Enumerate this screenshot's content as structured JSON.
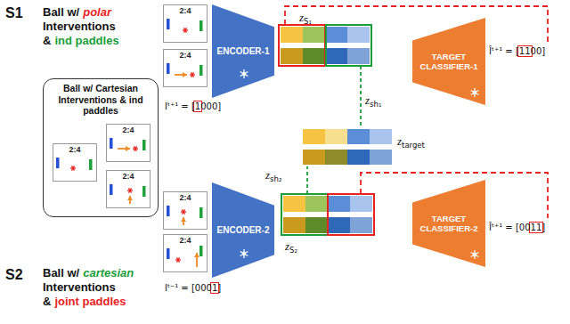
{
  "diagram": {
    "nodes": [
      {
        "text": [
          "Ball w/ Cartesian Interventions & ind paddles"
        ]
      },
      {
        "text": [
          "2:4"
        ],
        "in": 0
      },
      {
        "text": [
          "2:4"
        ],
        "in": 0
      },
      {
        "text": [
          "2:4"
        ],
        "in": 0
      },
      {
        "text": [
          "2:4"
        ]
      },
      {
        "text": [
          "2:4"
        ]
      },
      {
        "text": [
          "ENCODER-1"
        ]
      },
      {
        "text": [
          "TARGET CLASSIFIER-1"
        ]
      },
      {
        "text": [
          "2:4"
        ]
      },
      {
        "text": [
          "2:4"
        ]
      },
      {
        "text": [
          "ENCODER-2"
        ]
      },
      {
        "text": [
          "TARGET CLASSIFIER-2"
        ]
      }
    ],
    "labels": [
      "S1",
      "Ball w/",
      "polar",
      "Interventions",
      "&",
      "ind paddles",
      "Iᵗ⁺¹ = [1000]",
      "z",
      "S₁",
      "Îᵗ⁺¹ = [1100]",
      "z",
      "sh₁",
      "z",
      "target",
      "z",
      "sh₂",
      "S2",
      "Ball w/",
      "cartesian",
      "Interventions",
      "&",
      "joint paddles",
      "Iᵗ⁻¹ = [0001]",
      "z",
      "S₂",
      "Îᵗ⁺¹ = [0011]"
    ]
  }
}
